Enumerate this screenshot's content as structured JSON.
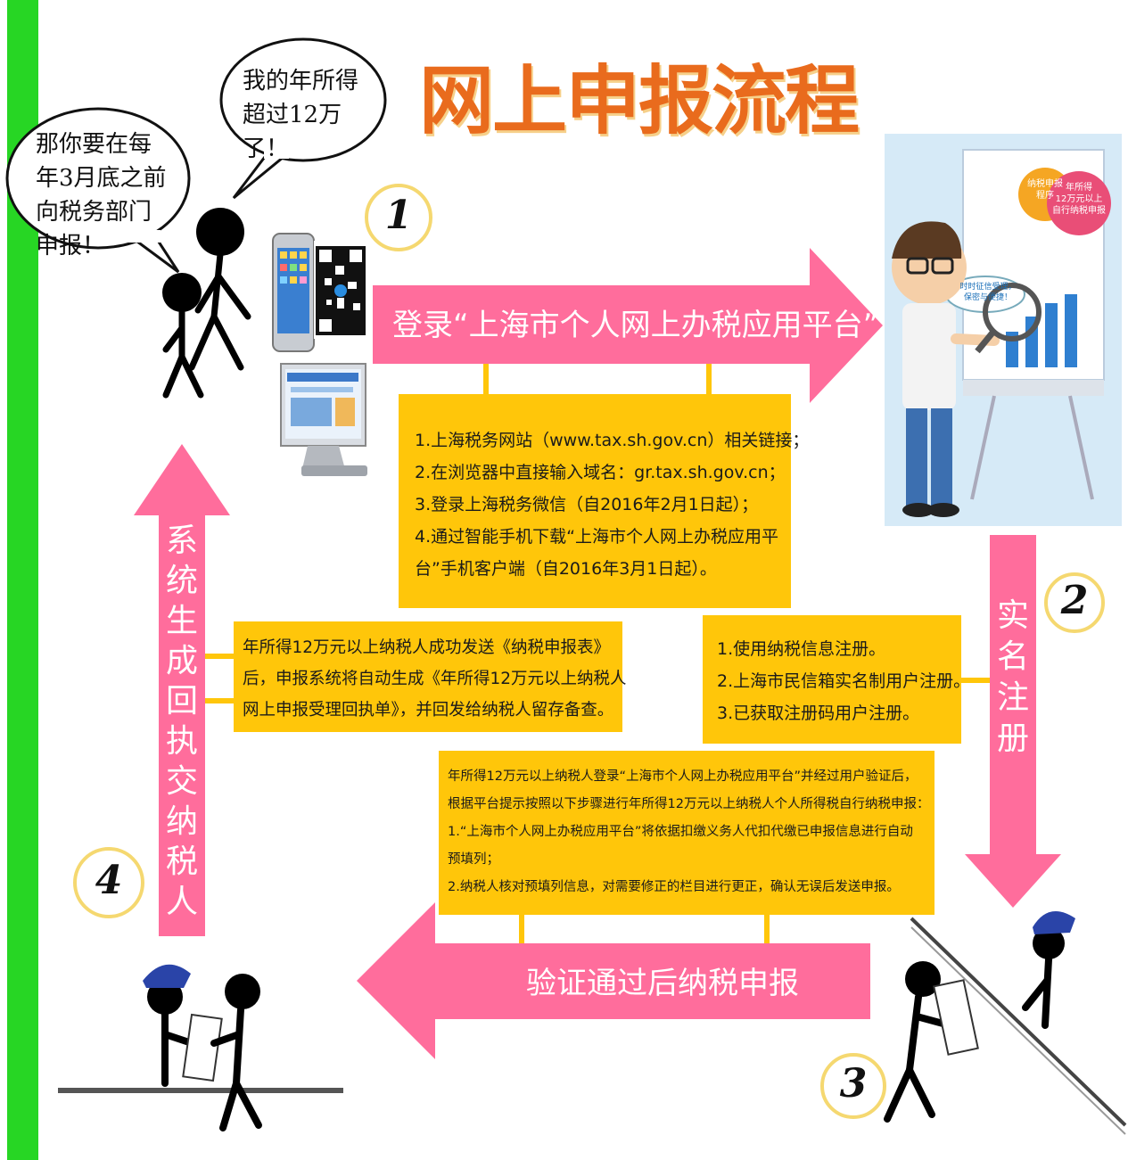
{
  "title": "网上申报流程",
  "colors": {
    "arrow": "#ff6d9c",
    "box": "#ffc60a",
    "title": "#e96b1d",
    "left_bar": "#27d624",
    "step_circle": "#f5d870"
  },
  "bubbles": {
    "left": "那你要在每年3月底之前向税务部门申报！",
    "right": "我的年所得超过12万了！"
  },
  "steps": {
    "s1": "1",
    "s2": "2",
    "s3": "3",
    "s4": "4"
  },
  "arrows": {
    "login": "登录“上海市个人网上办税应用平台”",
    "register": "实名注册",
    "declare": "验证通过后纳税申报",
    "receipt": "系统生成回执交纳税人"
  },
  "login_box": [
    "1.上海税务网站（www.tax.sh.gov.cn）相关链接；",
    "2.在浏览器中直接输入域名：gr.tax.sh.gov.cn；",
    "3.登录上海税务微信（自2016年2月1日起）；",
    "4.通过智能手机下载“上海市个人网上办税应用平",
    "台”手机客户端（自2016年3月1日起）。"
  ],
  "register_box": [
    "1.使用纳税信息注册。",
    "2.上海市民信箱实名制用户注册。",
    "3.已获取注册码用户注册。"
  ],
  "receipt_box": [
    "年所得12万元以上纳税人成功发送《纳税申报表》",
    "后，申报系统将自动生成《年所得12万元以上纳税人",
    "网上申报受理回执单》，并回发给纳税人留存备查。"
  ],
  "declare_box": [
    "年所得12万元以上纳税人登录“上海市个人网上办税应用平台”并经过用户验证后，",
    "根据平台提示按照以下步骤进行年所得12万元以上纳税人个人所得税自行纳税申报：",
    "1.“上海市个人网上办税应用平台”将依据扣缴义务人代扣代缴已申报信息进行自动",
    "预填列；",
    "2.纳税人核对预填列信息，对需要修正的栏目进行更正，确认无误后发送申报。"
  ],
  "board": {
    "badge1": "纳税申报\n程序",
    "badge2": "年所得\n12万元以上\n自行纳税申报",
    "speech": "时时征信受理，\n保密与便捷！"
  }
}
